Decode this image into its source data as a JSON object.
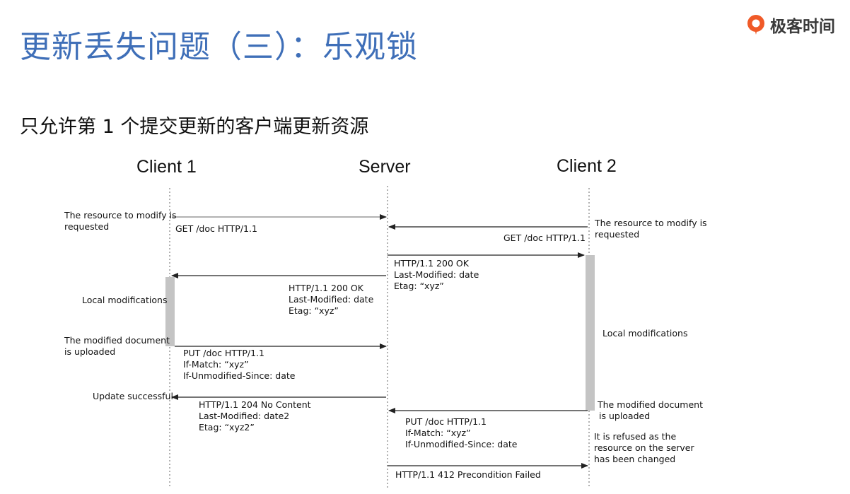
{
  "title": "更新丢失问题（三）：乐观锁",
  "subtitle": "只允许第 1 个提交更新的客户端更新资源",
  "logo": {
    "text": "极客时间",
    "icon": "geektime-logo-icon",
    "color": "#f05a28"
  },
  "participants": {
    "client1": "Client 1",
    "server": "Server",
    "client2": "Client 2"
  },
  "notes": {
    "c1_request": [
      "The resource to modify is",
      "requested"
    ],
    "c1_local": "Local modifications",
    "c1_upload": [
      "The modified document",
      "is uploaded"
    ],
    "c1_success": "Update successful",
    "c2_request": [
      "The resource to modify is",
      "requested"
    ],
    "c2_local": "Local modifications",
    "c2_upload": [
      "The modified document",
      "is uploaded"
    ],
    "c2_refused": [
      "It is refused as the",
      "resource on the server",
      "has been changed"
    ]
  },
  "messages": {
    "m1": [
      "GET  /doc  HTTP/1.1"
    ],
    "m2": [
      "GET  /doc  HTTP/1.1"
    ],
    "m3": [
      "HTTP/1.1  200  OK",
      "Last-Modified:  date",
      "Etag:  “xyz”"
    ],
    "m4": [
      "HTTP/1.1  200  OK",
      "Last-Modified:  date",
      "Etag:  “xyz”"
    ],
    "m5": [
      "PUT  /doc  HTTP/1.1",
      "If-Match:  “xyz”",
      "If-Unmodified-Since:  date"
    ],
    "m6": [
      "HTTP/1.1  204  No  Content",
      "Last-Modified:  date2",
      "Etag:  “xyz2”"
    ],
    "m7": [
      "PUT  /doc  HTTP/1.1",
      "If-Match:  “xyz”",
      "If-Unmodified-Since:  date"
    ],
    "m8": [
      "HTTP/1.1  412  Precondition  Failed"
    ]
  },
  "colors": {
    "title": "#3f6fb8",
    "lifeline": "#666666",
    "activation": "#c4c4c4",
    "arrow": "#222222"
  }
}
